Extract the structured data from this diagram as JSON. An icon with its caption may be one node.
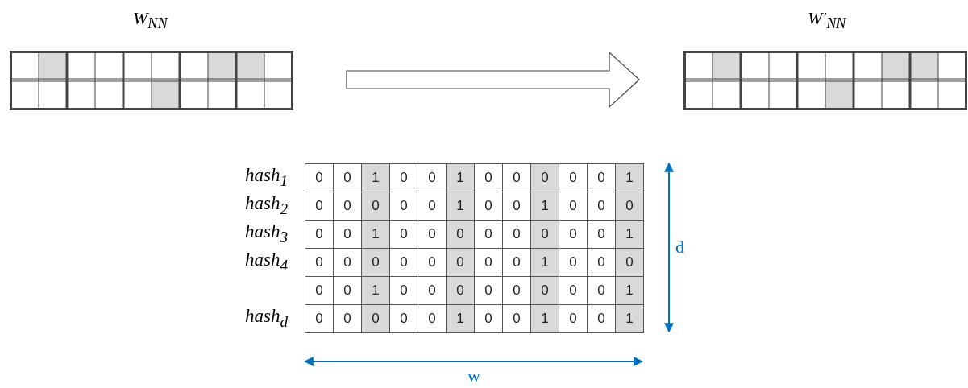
{
  "diagram": {
    "nodes": [
      {
        "text": [
          "W$_{NN}$"
        ]
      },
      {
        "text": [
          "W′$_{NN}$"
        ]
      }
    ],
    "edges": [
      {
        "from": 0,
        "to": 1,
        "arrow": "to"
      }
    ],
    "labels": [
      "hash$_{1}$",
      "0",
      "0",
      "1",
      "0",
      "0",
      "1",
      "0",
      "0",
      "0",
      "0",
      "0",
      "1",
      "hash$_{2}$",
      "0",
      "0",
      "0",
      "0",
      "0",
      "1",
      "0",
      "0",
      "1",
      "0",
      "0",
      "0",
      "hash$_{3}$",
      "0",
      "0",
      "1",
      "0",
      "0",
      "0",
      "0",
      "0",
      "0",
      "0",
      "0",
      "1",
      "hash$_{4}$",
      "0",
      "0",
      "0",
      "0",
      "0",
      "0",
      "0",
      "0",
      "1",
      "0",
      "0",
      "0",
      "0",
      "0",
      "1",
      "0",
      "0",
      "0",
      "0",
      "0",
      "0",
      "0",
      "0",
      "1",
      "hash$_{d}$",
      "0",
      "0",
      "0",
      "0",
      "0",
      "1",
      "0",
      "0",
      "1",
      "0",
      "0",
      "1",
      "d",
      "w"
    ]
  }
}
